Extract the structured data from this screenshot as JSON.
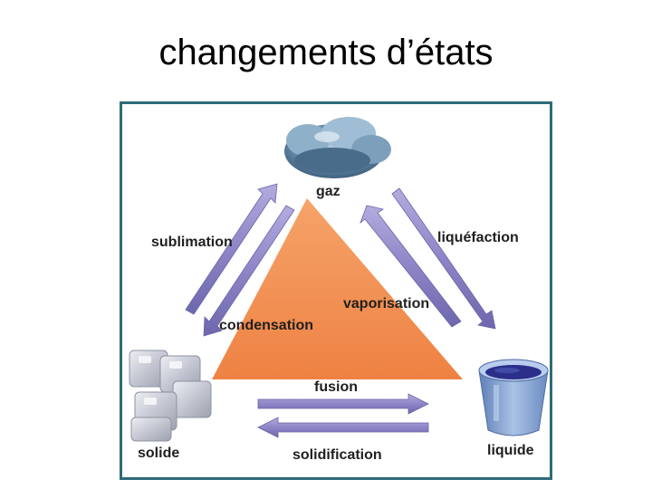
{
  "slide": {
    "title": "changements d’états"
  },
  "diagram": {
    "states": {
      "gas": "gaz",
      "solid": "solide",
      "liquid": "liquide"
    },
    "transitions": {
      "sublimation": "sublimation",
      "condensation": "condensation",
      "liquefaction": "liquéfaction",
      "vaporisation": "vaporisation",
      "fusion": "fusion",
      "solidification": "solidification"
    },
    "colors": {
      "frame": "#2e6b78",
      "triangle": "#f0894a",
      "arrow": "#8e86c6",
      "arrow_edge": "#6a63a8",
      "water": "#2b2f8a",
      "bucket": "#8fb0d8",
      "ice": "#c9ccd6",
      "cloud": "#5f86a6"
    },
    "icons": [
      "cloud-icon",
      "ice-cubes-icon",
      "water-bucket-icon"
    ]
  }
}
